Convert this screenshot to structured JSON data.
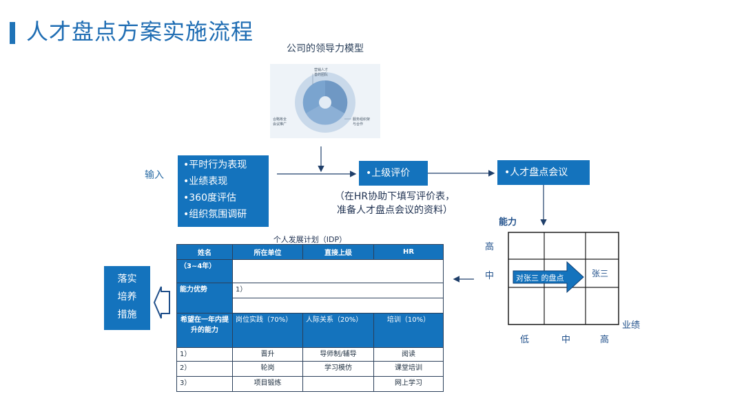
{
  "slide": {
    "title": "人才盘点方案实施流程",
    "model_label": "公司的领导力模型",
    "model_segments": [
      "营销人才",
      "善的团队",
      "合略筹全",
      "会议推广",
      "服务组织架",
      "与合作"
    ],
    "input_label": "输入",
    "inputs": [
      "•平时行为表现",
      "•业绩表现",
      "•360度评估",
      "•组织氛围调研"
    ],
    "upper_review": "•上级评价",
    "talent_meeting": "•人才盘点会议",
    "note_line1": "（在HR协助下填写评价表，",
    "note_line2": "准备人才盘点会议的资料）",
    "action_lines": [
      "落实",
      "培养",
      "措施"
    ]
  },
  "idp": {
    "title": "个人发展计划（IDP）",
    "headers": [
      "姓名",
      "所在单位",
      "直接上级",
      "HR"
    ],
    "period_label": "（3~4年）",
    "strength_label": "能力优势",
    "strength_item": "1）",
    "wish_label": "希望在一年内提升的能力",
    "col_headers": [
      "岗位实践（70%）",
      "人际关系（20%）",
      "培训（10%）"
    ],
    "rows": [
      [
        "1）",
        "晋升",
        "导师制/辅导",
        "阅读"
      ],
      [
        "2）",
        "轮岗",
        "学习模仿",
        "课堂培训"
      ],
      [
        "3）",
        "项目锻炼",
        "",
        "网上学习"
      ]
    ]
  },
  "grid": {
    "y_label": "能力",
    "x_label": "业绩",
    "y_ticks": [
      "高",
      "中"
    ],
    "x_ticks": [
      "低",
      "中",
      "高"
    ],
    "arrow_text": "对张三 的盘点",
    "name": "张三"
  },
  "colors": {
    "accent": "#1473bd",
    "title": "#1f6db3"
  }
}
